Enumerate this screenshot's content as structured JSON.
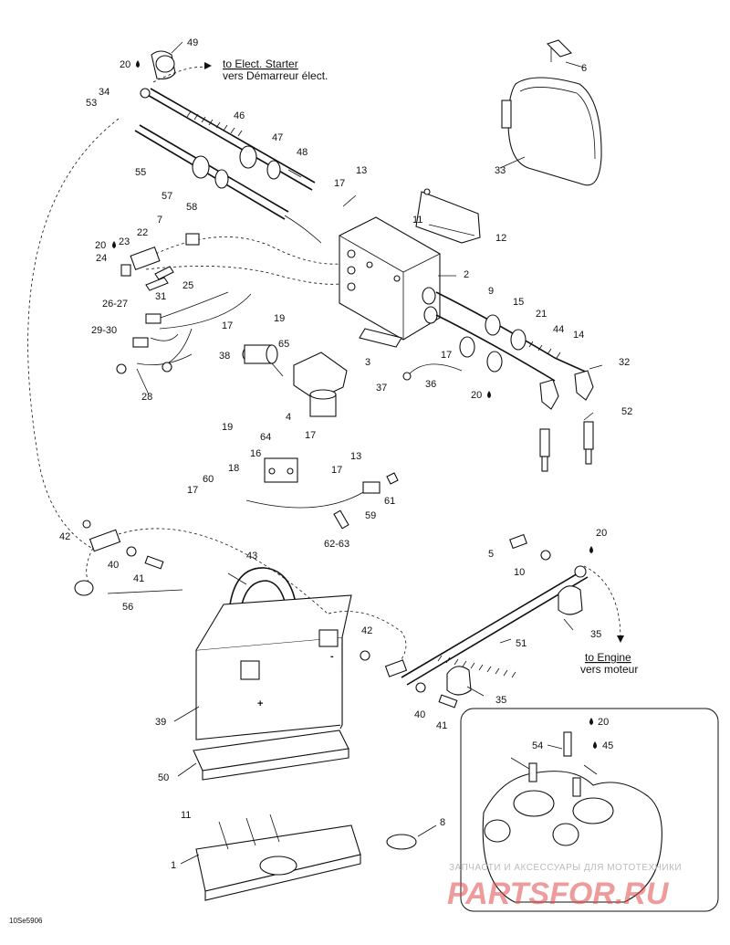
{
  "diagram_code": "10Se5906",
  "notes": {
    "starter_en": "to Elect. Starter",
    "starter_fr": "vers Démarreur élect.",
    "engine_en": "to Engine",
    "engine_fr": "vers moteur"
  },
  "battery_terminals": {
    "positive": "+",
    "negative": "-"
  },
  "watermark": {
    "line1": "ЗАПЧАСТИ И АКСЕССУАРЫ ДЛЯ МОТОТЕХНИКИ",
    "line2": "PARTSFOR.RU"
  },
  "callouts": {
    "c1": "1",
    "c5": "5",
    "c6": "6",
    "c7": "7",
    "c8": "8",
    "c9": "9",
    "c10": "10",
    "c11a": "11",
    "c11b": "11",
    "c12": "12",
    "c13a": "13",
    "c13b": "13",
    "c14": "14",
    "c15": "15",
    "c16": "16",
    "c17a": "17",
    "c17b": "17",
    "c17c": "17",
    "c17d": "17",
    "c17e": "17",
    "c17f": "17",
    "c18": "18",
    "c19a": "19",
    "c19b": "19",
    "c20a": "20",
    "c20b": "20",
    "c20c": "20",
    "c20d": "20",
    "c20e": "20",
    "c21": "21",
    "c22": "22",
    "c23": "23",
    "c24": "24",
    "c25": "25",
    "c26_27": "26-27",
    "c28": "28",
    "c29_30": "29-30",
    "c31": "31",
    "c32": "32",
    "c33": "33",
    "c34": "34",
    "c35a": "35",
    "c35b": "35",
    "c36": "36",
    "c37": "37",
    "c38": "38",
    "c39": "39",
    "c40a": "40",
    "c40b": "40",
    "c41a": "41",
    "c41b": "41",
    "c42a": "42",
    "c42b": "42",
    "c43": "43",
    "c44": "44",
    "c45": "45",
    "c46": "46",
    "c47": "47",
    "c48": "48",
    "c49": "49",
    "c50": "50",
    "c51": "51",
    "c52": "52",
    "c53": "53",
    "c54": "54",
    "c55": "55",
    "c56": "56",
    "c57": "57",
    "c58": "58",
    "c59": "59",
    "c60": "60",
    "c61": "61",
    "c62_63": "62-63",
    "c64": "64",
    "c65": "65",
    "c2": "2",
    "c3": "3",
    "c4": "4"
  }
}
